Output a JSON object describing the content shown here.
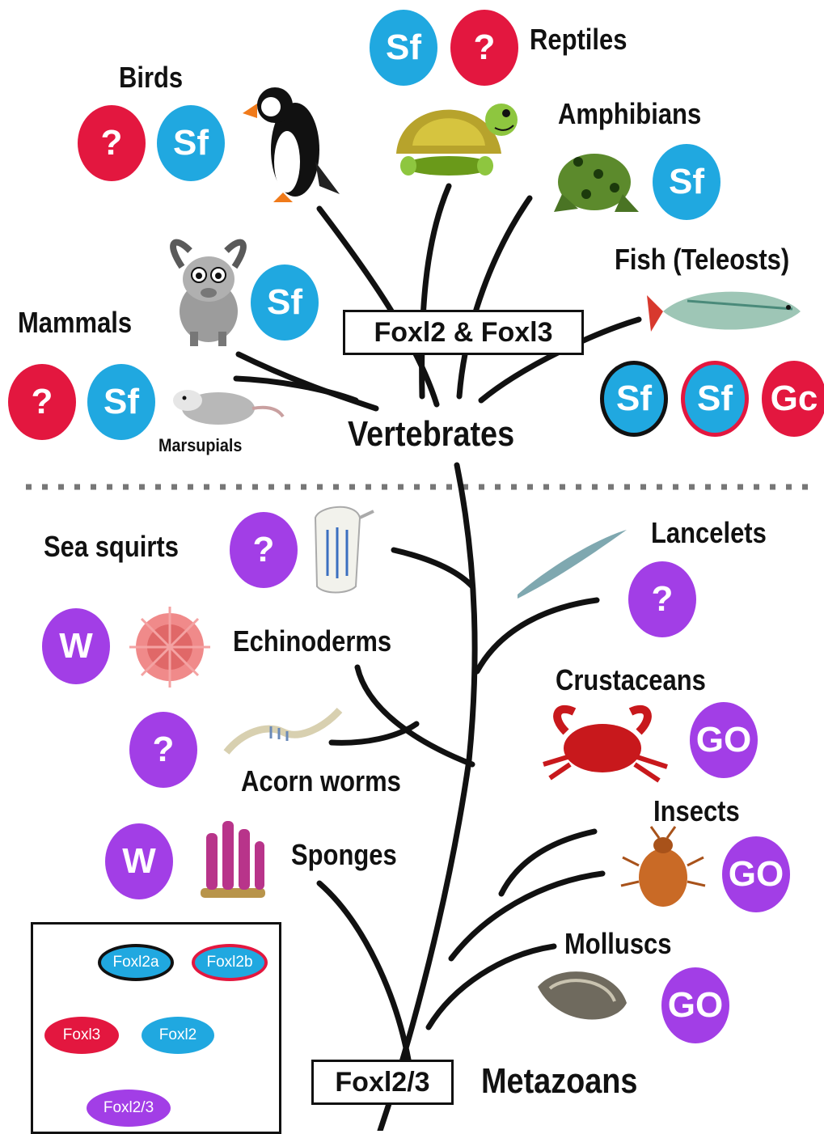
{
  "taxa": {
    "reptiles": "Reptiles",
    "birds": "Birds",
    "amphibians": "Amphibians",
    "mammals": "Mammals",
    "fish": "Fish (Teleosts)",
    "marsupials": "Marsupials",
    "sea_squirts": "Sea squirts",
    "lancelets": "Lancelets",
    "echinoderms": "Echinoderms",
    "crustaceans": "Crustaceans",
    "acorn_worms": "Acorn worms",
    "insects": "Insects",
    "sponges": "Sponges",
    "molluscs": "Molluscs"
  },
  "clades": {
    "vertebrates": "Vertebrates",
    "metazoans": "Metazoans"
  },
  "gene_boxes": {
    "vertebrate_genes": "Foxl2 & Foxl3",
    "ancestral_gene": "Foxl2/3"
  },
  "badge_labels": {
    "sf": "Sf",
    "unknown": "?",
    "gc": "Gc",
    "w": "W",
    "go": "GO"
  },
  "legend": {
    "foxl2a": "Foxl2a",
    "foxl2b": "Foxl2b",
    "foxl3": "Foxl3",
    "foxl2": "Foxl2",
    "foxl23": "Foxl2/3"
  },
  "colors": {
    "foxl2_blue": "#20a8e0",
    "foxl3_red": "#e3173f",
    "foxl23_purple": "#a23ee6"
  },
  "icons": [
    "puffin-icon",
    "turtle-icon",
    "frog-icon",
    "goat-icon",
    "opossum-icon",
    "fish-icon",
    "sea-squirt-icon",
    "lancelet-icon",
    "sea-urchin-icon",
    "crab-icon",
    "acorn-worm-icon",
    "bedbug-icon",
    "sponge-icon",
    "oyster-icon"
  ]
}
